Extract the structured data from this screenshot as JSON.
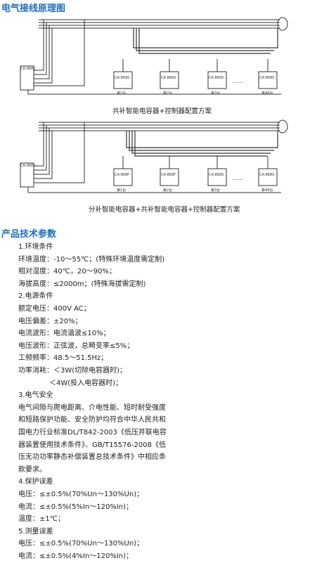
{
  "wiring": {
    "title": "电气接线原理图",
    "diagram1": {
      "caption": "共补智能电容器+控制器配置方案",
      "controller_label": "CA-968K",
      "unit_labels": [
        "CA-868S",
        "CA-868S",
        "CA-868S",
        "CA-868S"
      ],
      "unit_numbers": [
        "第1台",
        "第2台",
        "第3台",
        "第48台"
      ]
    },
    "diagram2": {
      "caption": "分补智能电容器+共补智能电容器+控制器配置方案",
      "controller_label": "CA-968K",
      "unit_labels": [
        "CA-868F",
        "CA-868F",
        "CA-868S",
        "CA-868S"
      ],
      "unit_numbers": [
        "第1台",
        "第2台",
        "第3台",
        "第48台"
      ]
    }
  },
  "specs": {
    "title": "产品技术参数",
    "lines": [
      "1.环境条件",
      "环境温度：-10～55℃；(特殊环境温度需定制)",
      "相对湿度：40℃，20～90%；",
      "海拔高度：≤2000m；(特殊海拔需定制)",
      "2.电源条件",
      "额定电压：400V AC；",
      "电压偏差：±20%；",
      "电流波形：电流谐波≤10%；",
      "电压波形：正弦波，总畸变率≤5%；",
      "工频频率：48.5～51.5Hz；",
      "功率消耗：＜3W(切除电容器时)；",
      "＜4W(投入电容器时)；",
      "3.电气安全",
      "电气间隙与爬电距离、介电性能、短时耐受强度",
      "和短路保护功能、安全防护均符合中华人民共和",
      "国电力行业标准DL/T842-2003《低压并联电容",
      "器装置使用技术条件》、GB/T15576-2008《低",
      "压无功功率静态补偿装置总技术条件》中相应条",
      "款要求。",
      "4.保护误差",
      "电压：≤±0.5%(70%Un～130%Un)；",
      "电流：≤±0.5%(5%In～120%In)；",
      "温度：±1℃；",
      "5.测量误差",
      "电压：≤±0.5%(70%Un～130%Un)；",
      "电流：≤±0.5%(4%In～120%In)；"
    ]
  },
  "colors": {
    "heading": "#1f6fc1",
    "text": "#222222",
    "line": "#333333"
  }
}
